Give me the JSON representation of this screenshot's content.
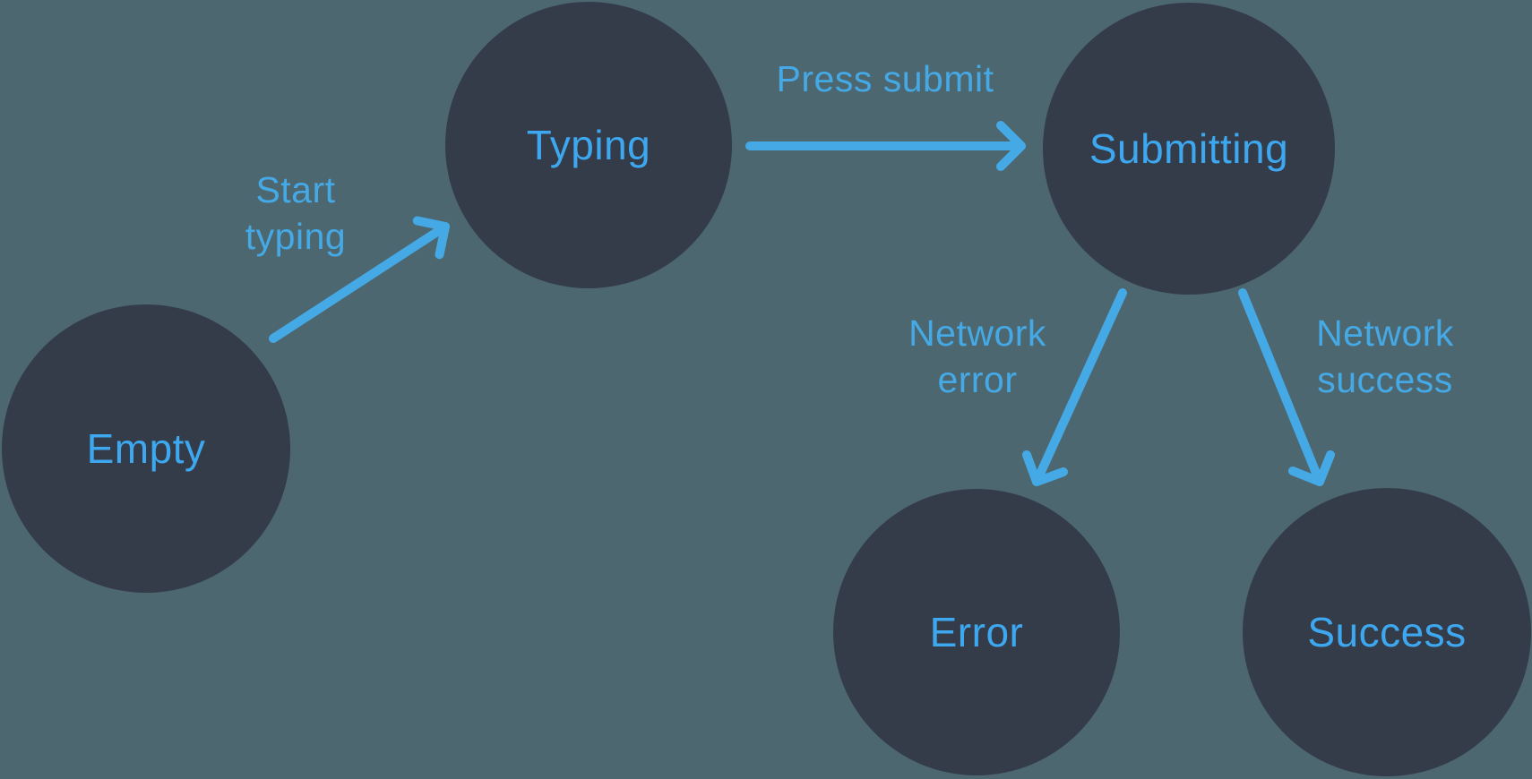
{
  "diagram": {
    "type": "state-machine",
    "colors": {
      "background": "#4c6770",
      "node_fill": "#343c4a",
      "arrow": "#45a9e6",
      "edge_label_text": "#45a9e6",
      "node_label_text": "#3da8f0"
    },
    "nodes": [
      {
        "id": "empty",
        "label": "Empty"
      },
      {
        "id": "typing",
        "label": "Typing"
      },
      {
        "id": "submitting",
        "label": "Submitting"
      },
      {
        "id": "error",
        "label": "Error"
      },
      {
        "id": "success",
        "label": "Success"
      }
    ],
    "transitions": [
      {
        "from": "empty",
        "to": "typing",
        "label": "Start typing",
        "label_lines": [
          "Start",
          "typing"
        ]
      },
      {
        "from": "typing",
        "to": "submitting",
        "label": "Press submit",
        "label_lines": [
          "Press submit"
        ]
      },
      {
        "from": "submitting",
        "to": "error",
        "label": "Network error",
        "label_lines": [
          "Network",
          "error"
        ]
      },
      {
        "from": "submitting",
        "to": "success",
        "label": "Network success",
        "label_lines": [
          "Network",
          "success"
        ]
      }
    ]
  }
}
